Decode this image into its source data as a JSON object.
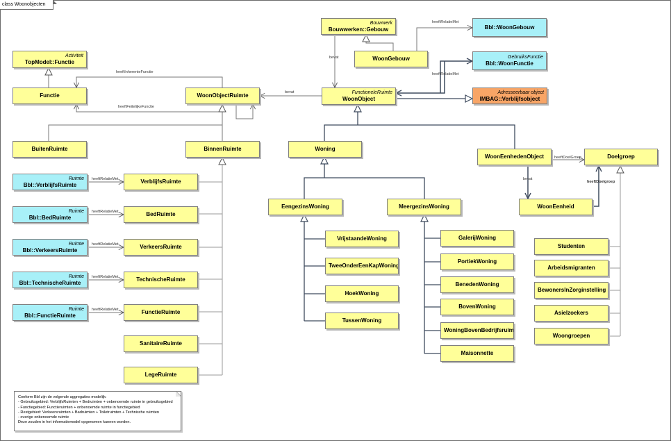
{
  "diagram": {
    "title": "class Woonobjecten"
  },
  "classes": {
    "gebouw": {
      "stereotype": "Bouwwerk",
      "name": "Bouwwerken::Gebouw"
    },
    "woongebouw": {
      "name": "WoonGebouw"
    },
    "bbl_woongebouw": {
      "name": "Bbl::WoonGebouw"
    },
    "bbl_woonfunctie": {
      "stereotype": "GebruiksFunctie",
      "name": "Bbl::WoonFunctie"
    },
    "topmodel_functie": {
      "stereotype": "Activiteit",
      "name": "TopModel::Functie"
    },
    "functie": {
      "name": "Functie"
    },
    "woonobjectruimte": {
      "name": "WoonObjectRuimte"
    },
    "woonobject": {
      "stereotype": "FunctioneleRuimte",
      "name": "WoonObject"
    },
    "verblijfsobject": {
      "stereotype": "Adresseerbaar object",
      "name": "IMBAG::Verblijfsobject"
    },
    "buitenruimte": {
      "name": "BuitenRuimte"
    },
    "binnenruimte": {
      "name": "BinnenRuimte"
    },
    "woning": {
      "name": "Woning"
    },
    "woonenhedenobject": {
      "name": "WoonEenhedenObject"
    },
    "doelgroep": {
      "name": "Doelgroep"
    },
    "woonenheid": {
      "name": "WoonEenheid"
    },
    "eengezinswoning": {
      "name": "EengezinsWoning"
    },
    "meergezinswoning": {
      "name": "MeergezinsWoning"
    },
    "bbl_verblijfsruimte": {
      "stereotype": "Ruimte",
      "name": "Bbl::VerblijfsRuimte"
    },
    "bbl_bedruimte": {
      "stereotype": "Ruimte",
      "name": "Bbl::BedRuimte"
    },
    "bbl_verkeersruimte": {
      "stereotype": "Ruimte",
      "name": "Bbl::VerkeersRuimte"
    },
    "bbl_technischeruimte": {
      "stereotype": "Ruimte",
      "name": "Bbl::TechnischeRuimte"
    },
    "bbl_functieruimte": {
      "stereotype": "Ruimte",
      "name": "Bbl::FunctieRuimte"
    },
    "verblijfsruimte": {
      "name": "VerblijfsRuimte"
    },
    "bedruimte": {
      "name": "BedRuimte"
    },
    "verkeersruimte": {
      "name": "VerkeersRuimte"
    },
    "technischeruimte": {
      "name": "TechnischeRuimte"
    },
    "functieruimte": {
      "name": "FunctieRuimte"
    },
    "sanitaireruimte": {
      "name": "SanitaireRuimte"
    },
    "legeruimte": {
      "name": "LegeRuimte"
    },
    "vrijstaandewoning": {
      "name": "VrijstaandeWoning"
    },
    "tweeonderkapwoning": {
      "name": "TweeOnderEenKapWoning"
    },
    "hoekwoning": {
      "name": "HoekWoning"
    },
    "tussenwoning": {
      "name": "TussenWoning"
    },
    "galerijwoning": {
      "name": "GalerijWoning"
    },
    "portiekwoning": {
      "name": "PortiekWoning"
    },
    "benedenwoning": {
      "name": "BenedenWoning"
    },
    "bovenwoning": {
      "name": "BovenWoning"
    },
    "woningbovenbedrijf": {
      "name": "WoningBovenBedrijfsruimte"
    },
    "maisonnette": {
      "name": "Maisonnette"
    },
    "studenten": {
      "name": "Studenten"
    },
    "arbeidsmigranten": {
      "name": "Arbeidsmigranten"
    },
    "bewonerszorg": {
      "name": "BewonersInZorginstelling"
    },
    "asielzoekers": {
      "name": "Asielzoekers"
    },
    "woongroepen": {
      "name": "Woongroepen"
    }
  },
  "labels": {
    "heeftrelatiemet": "heeftRelatieMet",
    "heeftinherentefunctie": "heeftInherenteFunctie",
    "heeftfeitelijkefunctie": "heeftFeitelijkeFunctie",
    "bevat": "bevat",
    "heeftdoelgroep": "heeftDoelGroep",
    "heeftdoelgroep2": "heeftDoelgroep"
  },
  "note": {
    "lines": [
      "Conform Bbl zijn de volgende aggregaties modelijk:",
      "- Gebruiksgebied: VerblijfsRuimten + Bedruimten + onbenoemde ruimte in gebruiksgebied",
      "- Functiegebied: Functieruimten + onbenoemde ruimte in functiegebied",
      "- Restgebied: Verkeersruimten + Badruimten + Toiletruimten + Technische ruimten",
      "- overige onbenoemde ruimte",
      "Deze zouden in het informatiemodel opgenomen kunnen worden."
    ]
  },
  "colors": {
    "class_fill": "#ffff99",
    "bbl_fill": "#a8f0f8",
    "bag_fill": "#f8a566",
    "line_dark": "#3f4b5e",
    "line_light": "#8a8a8a"
  }
}
